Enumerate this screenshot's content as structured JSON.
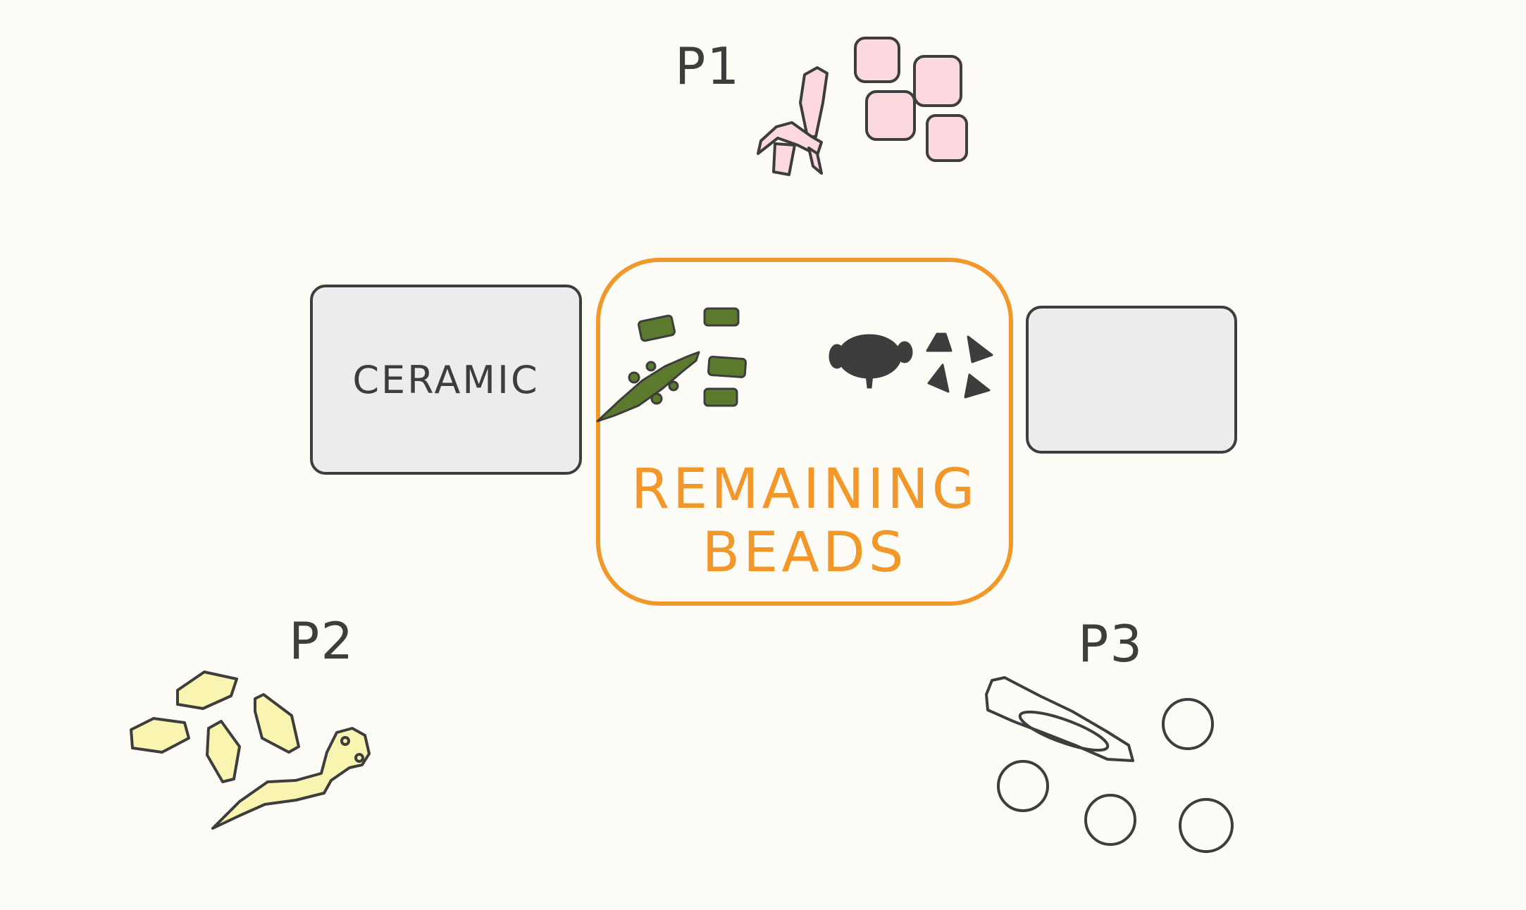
{
  "players": {
    "p1": {
      "label": "P1"
    },
    "p2": {
      "label": "P2"
    },
    "p3": {
      "label": "P3"
    }
  },
  "piles": {
    "left": {
      "label": "CERAMIC"
    },
    "right": {
      "label": ""
    },
    "center": {
      "line1": "REMAINING",
      "line2": "BEADS"
    }
  },
  "colors": {
    "background": "#fefcf6",
    "outline": "#3d3d3d",
    "pile_fill": "#ececec",
    "accent_orange": "#f2982a",
    "pink_bead": "#fcd9de",
    "yellow_bead": "#f9f4b0",
    "green_bead": "#5b7a2e",
    "dark_bead": "#3d3d3d"
  },
  "icons": {
    "p1": [
      "dagger-icon",
      "square-bead-icon"
    ],
    "p2": [
      "snake-icon",
      "diamond-bead-icon"
    ],
    "p3": [
      "spear-icon",
      "round-bead-icon"
    ],
    "center": [
      "crocodile-icon",
      "rect-bead-icon",
      "turtle-icon",
      "triangle-bead-icon"
    ]
  }
}
